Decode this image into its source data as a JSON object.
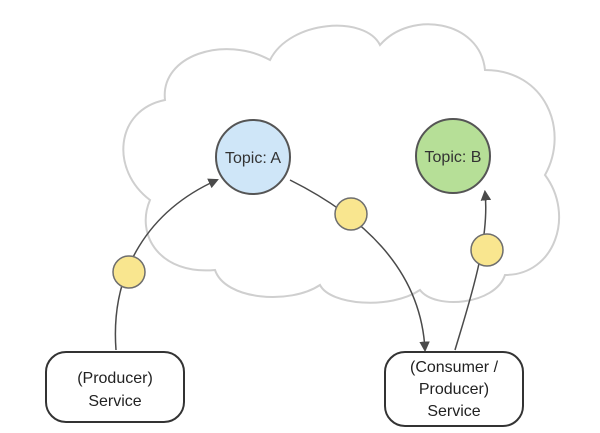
{
  "diagram": {
    "topics": [
      {
        "label": "Topic: A",
        "color": "#cfe6f8"
      },
      {
        "label": "Topic: B",
        "color": "#b6df97"
      }
    ],
    "services": {
      "producer": {
        "lines": [
          "(Producer)",
          "Service"
        ]
      },
      "consumer_producer": {
        "lines": [
          "(Consumer /",
          "Producer)",
          "Service"
        ]
      }
    },
    "colors": {
      "cloud_stroke": "#cfcfcf",
      "message_fill": "#f9e68f",
      "message_stroke": "#6e6e6e",
      "arrow": "#4a4a4a",
      "node_stroke": "#555555"
    }
  }
}
